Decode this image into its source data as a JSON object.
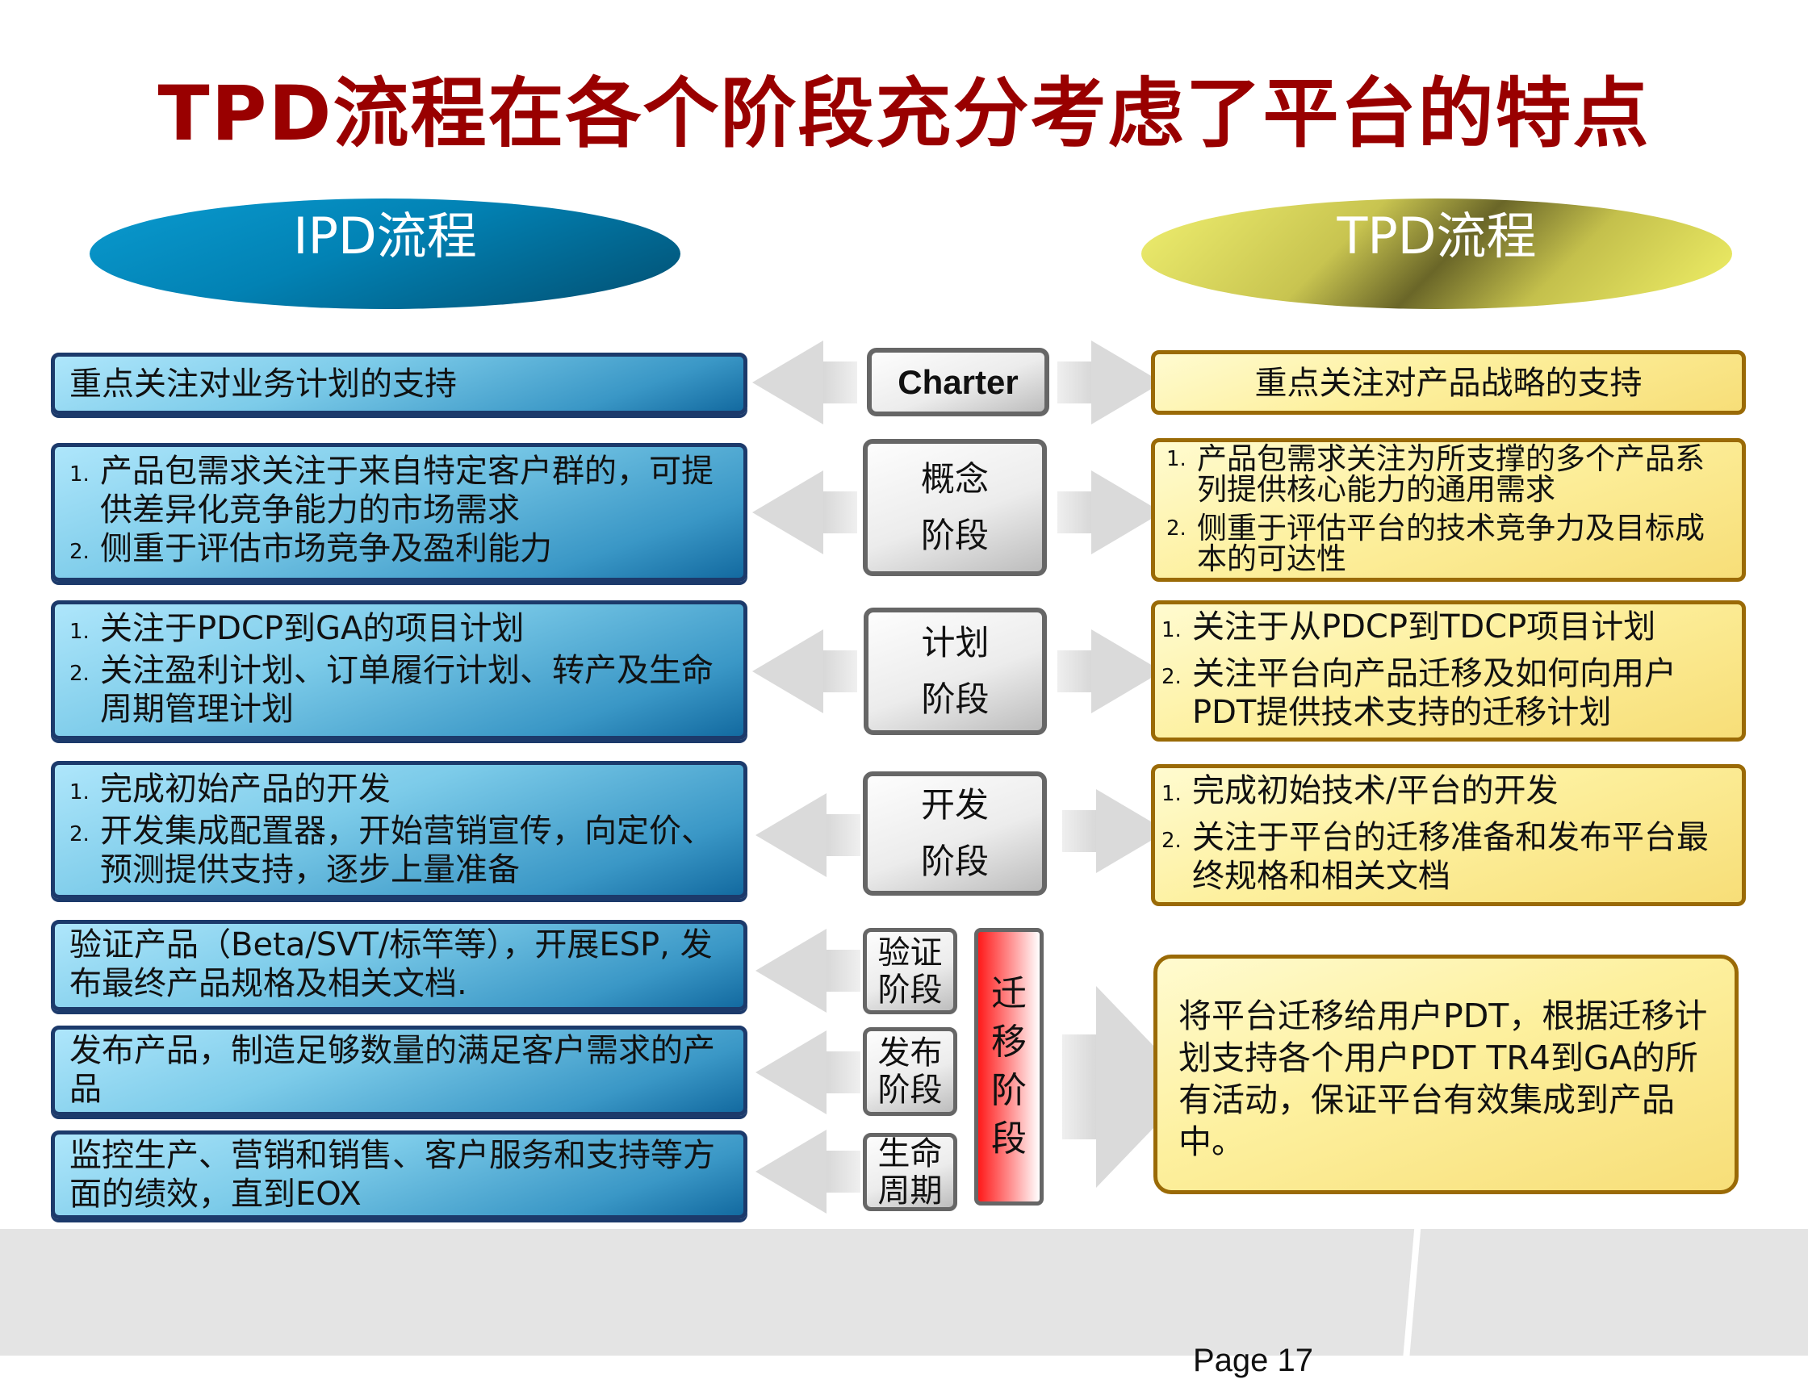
{
  "title": "TPD流程在各个阶段充分考虑了平台的特点",
  "headers": {
    "left": "IPD流程",
    "right": "TPD流程"
  },
  "colors": {
    "title": "#990000",
    "ipd_box_border": "#1c3a6b",
    "tpd_box_border": "#9a6a06",
    "stage_border": "#666666",
    "migration_red": "#ff1a1a"
  },
  "stages": [
    {
      "label": "Charter"
    },
    {
      "label_line1": "概念",
      "label_line2": "阶段"
    },
    {
      "label_line1": "计划",
      "label_line2": "阶段"
    },
    {
      "label_line1": "开发",
      "label_line2": "阶段"
    },
    {
      "label_line1": "验证",
      "label_line2": "阶段"
    },
    {
      "label_line1": "发布",
      "label_line2": "阶段"
    },
    {
      "label_line1": "生命",
      "label_line2": "周期"
    }
  ],
  "migration_stage": {
    "chars": [
      "迁",
      "移",
      "阶",
      "段"
    ]
  },
  "ipd": [
    {
      "text": "重点关注对业务计划的支持"
    },
    {
      "items": [
        {
          "num": "1.",
          "text": "产品包需求关注于来自特定客户群的，可提供差异化竞争能力的市场需求"
        },
        {
          "num": "2.",
          "text": "侧重于评估市场竞争及盈利能力"
        }
      ]
    },
    {
      "items": [
        {
          "num": "1.",
          "text": "关注于PDCP到GA的项目计划"
        },
        {
          "num": "2.",
          "text": "关注盈利计划、订单履行计划、转产及生命周期管理计划"
        }
      ]
    },
    {
      "items": [
        {
          "num": "1.",
          "text": "完成初始产品的开发"
        },
        {
          "num": "2.",
          "text": "开发集成配置器，开始营销宣传，向定价、预测提供支持，逐步上量准备"
        }
      ]
    },
    {
      "text": "验证产品（Beta/SVT/标竿等），开展ESP, 发布最终产品规格及相关文档."
    },
    {
      "text": "发布产品，制造足够数量的满足客户需求的产品"
    },
    {
      "text": "监控生产、营销和销售、客户服务和支持等方面的绩效，直到EOX"
    }
  ],
  "tpd": [
    {
      "text": "重点关注对产品战略的支持"
    },
    {
      "items": [
        {
          "num": "1.",
          "text": "产品包需求关注为所支撑的多个产品系列提供核心能力的通用需求"
        },
        {
          "num": "2.",
          "text": "侧重于评估平台的技术竞争力及目标成本的可达性"
        }
      ]
    },
    {
      "items": [
        {
          "num": "1.",
          "text": "关注于从PDCP到TDCP项目计划"
        },
        {
          "num": "2.",
          "text": "关注平台向产品迁移及如何向用户PDT提供技术支持的迁移计划"
        }
      ]
    },
    {
      "items": [
        {
          "num": "1.",
          "text": "完成初始技术/平台的开发"
        },
        {
          "num": "2.",
          "text": "关注于平台的迁移准备和发布平台最终规格和相关文档"
        }
      ]
    },
    {
      "text": "将平台迁移给用户PDT，根据迁移计划支持各个用户PDT TR4到GA的所有活动，保证平台有效集成到产品中。"
    }
  ],
  "footer": {
    "page_label": "Page 17"
  }
}
